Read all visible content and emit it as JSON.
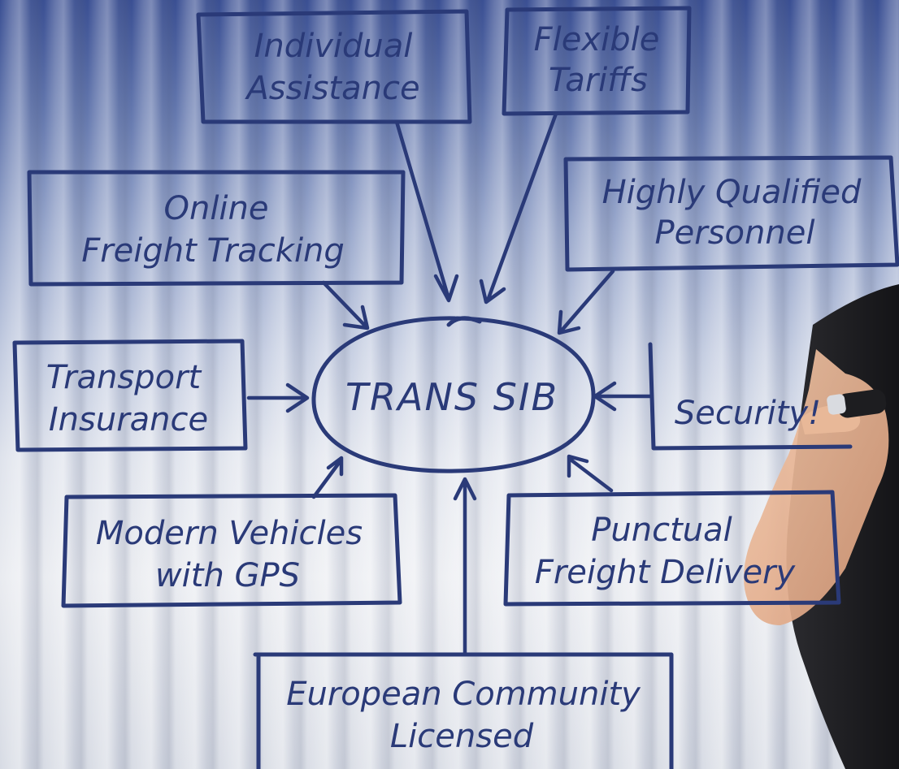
{
  "center": {
    "label": "TRANS SIB"
  },
  "nodes": {
    "individual_assistance": {
      "line1": "Individual",
      "line2": "Assistance"
    },
    "flexible_tariffs": {
      "line1": "Flexible",
      "line2": "Tariffs"
    },
    "online_freight_tracking": {
      "line1": "Online",
      "line2": "Freight Tracking"
    },
    "highly_qualified_personnel": {
      "line1": "Highly Qualified",
      "line2": "Personnel"
    },
    "transport_insurance": {
      "line1": "Transport",
      "line2": "Insurance"
    },
    "security": {
      "line1": "Security!"
    },
    "modern_vehicles": {
      "line1": "Modern Vehicles",
      "line2": "with GPS"
    },
    "punctual_delivery": {
      "line1": "Punctual",
      "line2": "Freight Delivery"
    },
    "european_community": {
      "line1": "European Community",
      "line2": "Licensed"
    }
  },
  "colors": {
    "ink": "#2a3a78",
    "sky_top": "#3a4f93",
    "sky_bottom": "#e9ebf0"
  }
}
